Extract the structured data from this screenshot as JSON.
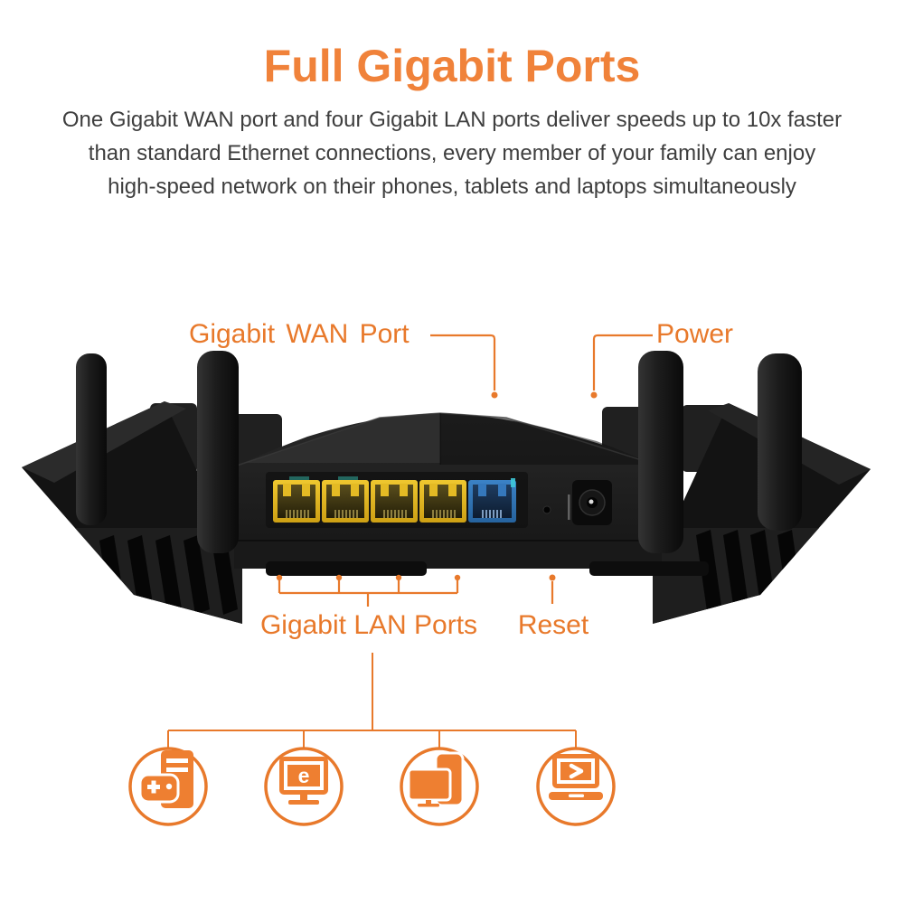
{
  "header": {
    "title": "Full Gigabit Ports",
    "description_lines": [
      "One Gigabit WAN port and four Gigabit LAN ports deliver speeds up to 10x faster",
      "than standard Ethernet connections, every member of your family can enjoy",
      "high-speed network on their phones, tablets and laptops simultaneously"
    ]
  },
  "callouts": {
    "wan_port": "Gigabit WAN Port",
    "power": "Power",
    "lan_ports": "Gigabit LAN Ports",
    "reset": "Reset"
  },
  "router": {
    "lan_port_count": 4,
    "wan_port_count": 1,
    "port_colors": {
      "lan": "#E2B525",
      "wan": "#2F72B4"
    },
    "body_color": "#1B1B1B",
    "antenna_count": 4
  },
  "device_icons": [
    {
      "name": "gaming-pc"
    },
    {
      "name": "smart-tv-browser",
      "glyph": "e"
    },
    {
      "name": "tv-and-tablet"
    },
    {
      "name": "laptop-media"
    }
  ],
  "colors": {
    "accent_orange": "#E8792B",
    "title_orange": "#F0823A",
    "body_text": "#3E3E3E",
    "background": "#FFFFFF"
  }
}
